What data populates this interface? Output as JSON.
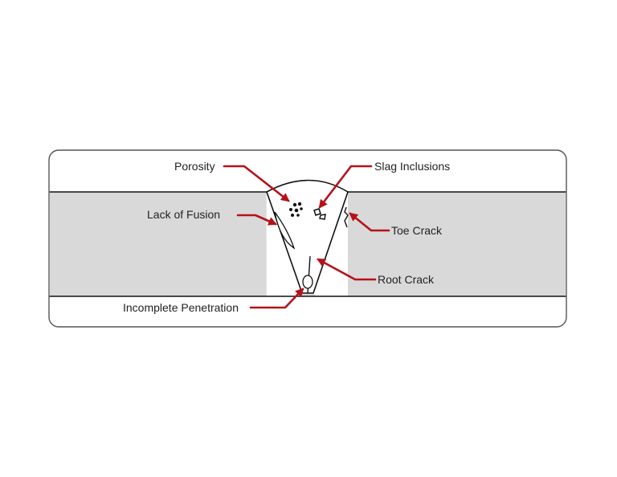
{
  "labels": {
    "porosity": "Porosity",
    "slag_inclusions": "Slag Inclusions",
    "lack_of_fusion": "Lack of Fusion",
    "toe_crack": "Toe Crack",
    "root_crack": "Root Crack",
    "incomplete_penetration": "Incomplete Penetration"
  },
  "colors": {
    "arrow": "#b5121b",
    "plate_fill": "#d9d9d9",
    "outline": "#111111",
    "background": "#ffffff"
  }
}
